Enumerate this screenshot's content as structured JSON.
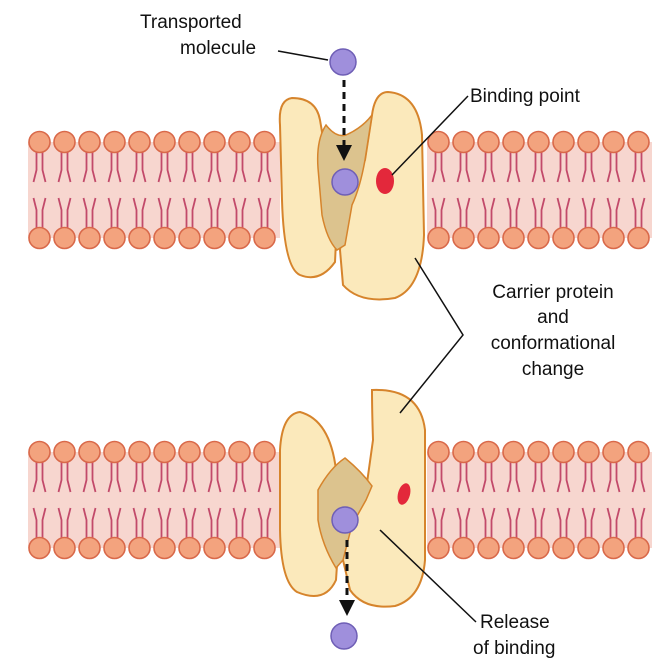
{
  "labels": {
    "transported_molecule": [
      "Transported",
      "molecule"
    ],
    "binding_point": "Binding point",
    "carrier_protein": [
      "Carrier protein",
      "and",
      "conformational",
      "change"
    ],
    "release_of_binding": [
      "Release",
      "of binding"
    ]
  },
  "colors": {
    "membrane_band": "#f7d6cf",
    "head_fill": "#f3a37e",
    "head_stroke": "#d9694a",
    "tail": "#c24a6a",
    "protein_fill": "#fbe9bb",
    "protein_stroke": "#d6842c",
    "channel_fill": "#dcc38e",
    "molecule_fill": "#9f8fdc",
    "molecule_stroke": "#6f5fb6",
    "binding_site": "#e3283b",
    "leader_line": "#111111",
    "arrow": "#111111"
  }
}
